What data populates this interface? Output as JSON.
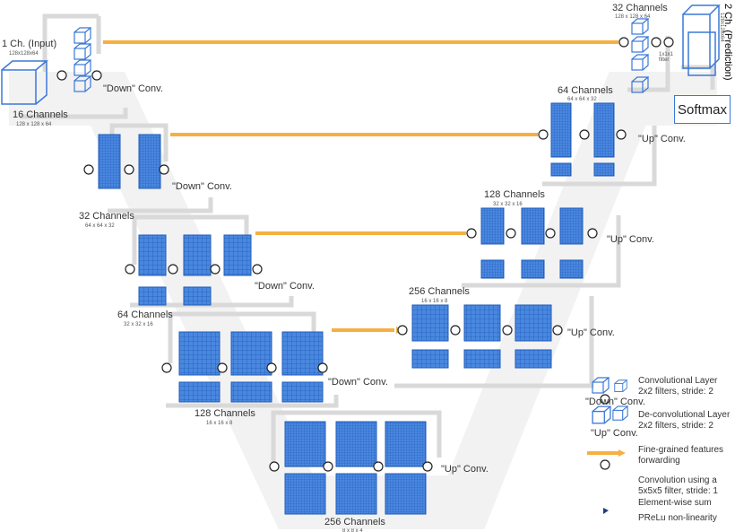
{
  "input_label": "1 Ch. (Input)",
  "input_dims": "128x128x64",
  "output_label": "2 Ch. (Prediction)",
  "output_dims": "128x128x64",
  "softmax": "Softmax",
  "final_filter": "1x1x1 filter",
  "encoder": [
    {
      "channels": "16 Channels",
      "dims": "128 x 128 x 64",
      "op": "\"Down\" Conv."
    },
    {
      "channels": "32 Channels",
      "dims": "64 x 64 x 32",
      "op": "\"Down\" Conv."
    },
    {
      "channels": "64 Channels",
      "dims": "32 x 32 x 16",
      "op": "\"Down\" Conv."
    },
    {
      "channels": "128 Channels",
      "dims": "16 x 16 x 8",
      "op": "\"Down\" Conv."
    },
    {
      "channels": "256 Channels",
      "dims": "8 x 8 x 4",
      "op": "\"Up\" Conv."
    }
  ],
  "decoder": [
    {
      "channels": "256 Channels",
      "dims": "16 x 16 x 8",
      "op": "\"Up\" Conv."
    },
    {
      "channels": "128 Channels",
      "dims": "32 x 32 x 16",
      "op": "\"Up\" Conv."
    },
    {
      "channels": "64 Channels",
      "dims": "64 x 64 x 32",
      "op": "\"Up\" Conv."
    },
    {
      "channels": "32 Channels",
      "dims": "128 x 128 x 64",
      "op": ""
    }
  ],
  "legend": {
    "conv_label": "Convolutional Layer 2x2 filters, stride: 2",
    "conv_caption": "\"Down\" Conv.",
    "deconv_label": "De-convolutional Layer 2x2 filters, stride: 2",
    "deconv_caption": "\"Up\" Conv.",
    "forward_label": "Fine-grained features forwarding",
    "conv5_label": "Convolution using a 5x5x5 filter, stride: 1",
    "sum_label": "Element-wise sum",
    "prelu_label": "PReLu non-linearity"
  },
  "colors": {
    "blue": "#3a78d8",
    "orange": "#f5b041",
    "gray": "#d6d6d6",
    "text": "#333333"
  }
}
